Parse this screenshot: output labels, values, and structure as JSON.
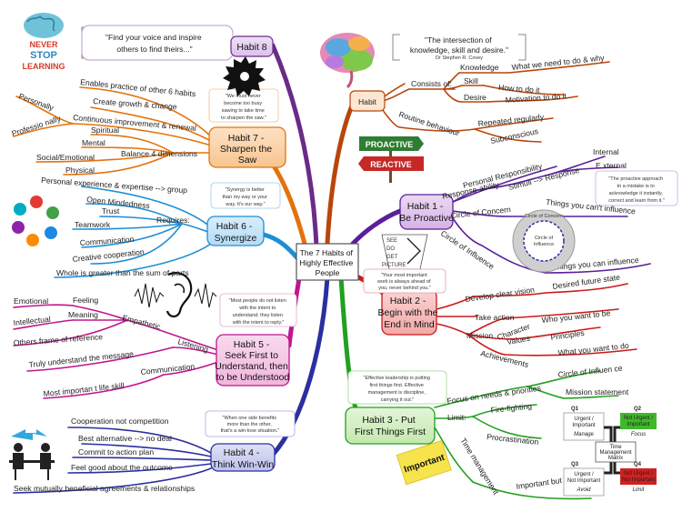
{
  "center": {
    "lines": [
      "The 7 Habits of",
      "Highly Effective",
      "People"
    ]
  },
  "habit": {
    "title": "Habit",
    "quote": [
      "\"The intersection of",
      "knowledge, skill and desire.\""
    ],
    "quote_author": "Dr Stephen R. Covey",
    "consists_of": "Consists of:",
    "knowledge": "Knowledge",
    "knowledge_desc": "What we need to do & why",
    "skill": "Skill",
    "skill_desc": "How to do it",
    "desire": "Desire",
    "desire_desc": "Motivation to do it",
    "routine": "Routine behaviour",
    "repeated": "Repeated regularly",
    "subconscious": "Subconscious"
  },
  "proactive_sign": {
    "top": "PROACTIVE",
    "bottom": "REACTIVE"
  },
  "habit1": {
    "title": [
      "Habit 1 -",
      "Be Proactive"
    ],
    "personal_responsibility": "Personal Responsibility",
    "response_ability": "Response-ability",
    "stimuli": "Stimuli --> Response",
    "internal": "Internal",
    "external": "E xternal",
    "quote": [
      "\"The proactive approach",
      "to a mistake is to",
      "acknowledge it instantly,",
      "correct and learn from it.\""
    ],
    "circle_concern": "Circle of Concern",
    "cant_influence": "Things you can't influence",
    "circle_influence": "Circle of Influence",
    "can_influence": "Things you can influence",
    "diagram_outer": "Circle of Concern",
    "diagram_inner": [
      "Circle of",
      "Influence"
    ]
  },
  "habit2": {
    "title": [
      "Habit 2 -",
      "Begin with the",
      "End in Mind"
    ],
    "quote": [
      "\"Your most important",
      "work is always ahead of",
      "you, never behind you.\""
    ],
    "develop_vision": "Develop clear vision",
    "desired_future": "Desired future state",
    "take_action": "Take action",
    "mission": "Mission",
    "character": "Character",
    "who_you_want": "Who you want to be",
    "values": "Values",
    "principles": "Principles",
    "achievements": "Achievements",
    "what_you_want": "What you want to do",
    "see_do_get": [
      "SEE",
      "DO",
      "GET",
      "PICTURE"
    ]
  },
  "habit3": {
    "title": [
      "Habit 3 - Put",
      "First Things First"
    ],
    "quote": [
      "\"Effective leadership is putting",
      "first things first. Effective",
      "management is discipline,",
      "carrying it out.\""
    ],
    "focus": "Focus on needs & priorities",
    "circle_influence": "Circle of Influen ce",
    "mission_statement": "Mission statement",
    "limit": "Limit:",
    "fire_fighting": "Fire-fighting",
    "procrastination": "Procrastination",
    "time_management": "Time management",
    "important_not_urgent": "Important but not urgent",
    "note": "Important",
    "matrix": {
      "q1": "Q1",
      "q1_text": [
        "Urgent /",
        "Important"
      ],
      "q1_action": "Manage",
      "q2": "Q2",
      "q2_text": [
        "Not Urgent /",
        "Important"
      ],
      "q2_action": "Focus",
      "q3": "Q3",
      "q3_text": [
        "Urgent /",
        "Not Important"
      ],
      "q3_action": "Avoid",
      "q4": "Q4",
      "q4_text": [
        "Not Urgent /",
        "Not Important"
      ],
      "q4_action": "Limit",
      "center": [
        "Time",
        "Management",
        "Matrix"
      ]
    }
  },
  "habit4": {
    "title": [
      "Habit 4 -",
      "Think Win-Win"
    ],
    "quote": [
      "\"When one side benefits",
      "more than the other,",
      "that's a win-lose situation.\""
    ],
    "items": [
      "Cooperation not competition",
      "Best alternative --> no deal",
      "Commit to action plan",
      "Feel good about the outcome",
      "Seek mutually beneficial agreements & relationships"
    ]
  },
  "habit5": {
    "title": [
      "Habit 5 -",
      "Seek First to",
      "Understand, then",
      "to be Understood"
    ],
    "quote": [
      "\"Most people do not listen",
      "with the intent to",
      "understand; they listen",
      "with the intent to reply.\""
    ],
    "empathetic": "Empathetic",
    "emotional": "Emotional",
    "feeling": "Feeling",
    "intellectual": "Intellectual",
    "meaning": "Meaning",
    "frame": "Others frame of reference",
    "listening": "Listening",
    "truly": "Truly understand the message",
    "communication": "Communication",
    "life_skill": "Most importan t life skill"
  },
  "habit6": {
    "title": [
      "Habit 6 -",
      "Synergize"
    ],
    "quote": [
      "\"Synergy is better",
      "than my way or your",
      "way. It's our way.\""
    ],
    "personal_exp": "Personal experience & expertise --> group",
    "requires": "Requires:",
    "items": [
      "Open Mindedness",
      "Trust",
      "Teamwork",
      "Communication",
      "Creative cooperation"
    ],
    "whole": "Whole is greater than the sum of parts"
  },
  "habit7": {
    "title": [
      "Habit 7 -",
      "Sharpen the",
      "Saw"
    ],
    "quote": [
      "\"We must never",
      "become too busy",
      "sawing to take time",
      "to sharpen the saw.\""
    ],
    "enables": "Enables practice of other 6 habits",
    "create_growth": "Create growth & change",
    "continuous": "Continuous improvement & renewal",
    "personally": "Personally",
    "professionally": "Professio nally",
    "balance": "Balance 4 dimensions",
    "dimensions": [
      "Spiritual",
      "Mental",
      "Social/Emotional",
      "Physical"
    ]
  },
  "habit8": {
    "title": "Habit 8",
    "quote": [
      "\"Find your voice and inspire",
      "others to find theirs...\""
    ]
  },
  "logo": {
    "lines": [
      "NEVER",
      "STOP",
      "LEARNING"
    ]
  }
}
